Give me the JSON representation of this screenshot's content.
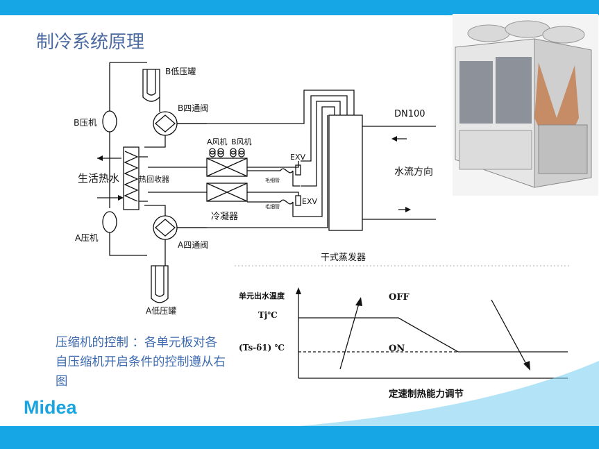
{
  "slide": {
    "title": "制冷系统原理",
    "description": "压缩机的控制 ：各单元板对各自压缩机开启条件的控制遵从右图",
    "logo_text": "Midea",
    "colors": {
      "accent": "#16a6e6",
      "title": "#4a6aa0",
      "text": "#3f6cb0"
    }
  },
  "schematic": {
    "b_low_tank": "B低压罐",
    "b_compressor": "B压机",
    "b_four_way_valve": "B四通阀",
    "a_fan": "A风机",
    "b_fan": "B风机",
    "exv_top": "EXV",
    "exv_bottom": "EXV",
    "capillary_top": "毛细管",
    "capillary_bottom": "毛细管",
    "domestic_hot_water": "生活热水",
    "heat_recovery": "热回收器",
    "condenser": "冷凝器",
    "a_compressor": "A压机",
    "a_four_way_valve": "A四通阀",
    "a_low_tank": "A低压罐",
    "evaporator": "干式蒸发器",
    "pipe_size": "DN100",
    "water_flow": "水流方向"
  },
  "control_chart": {
    "ylabel": "单元出水温度",
    "tj_label": "Tj℃",
    "ts_label": "(Ts-δ1) ℃",
    "off_label": "OFF",
    "on_label": "ON",
    "xlabel": "定速制热能力调节"
  }
}
